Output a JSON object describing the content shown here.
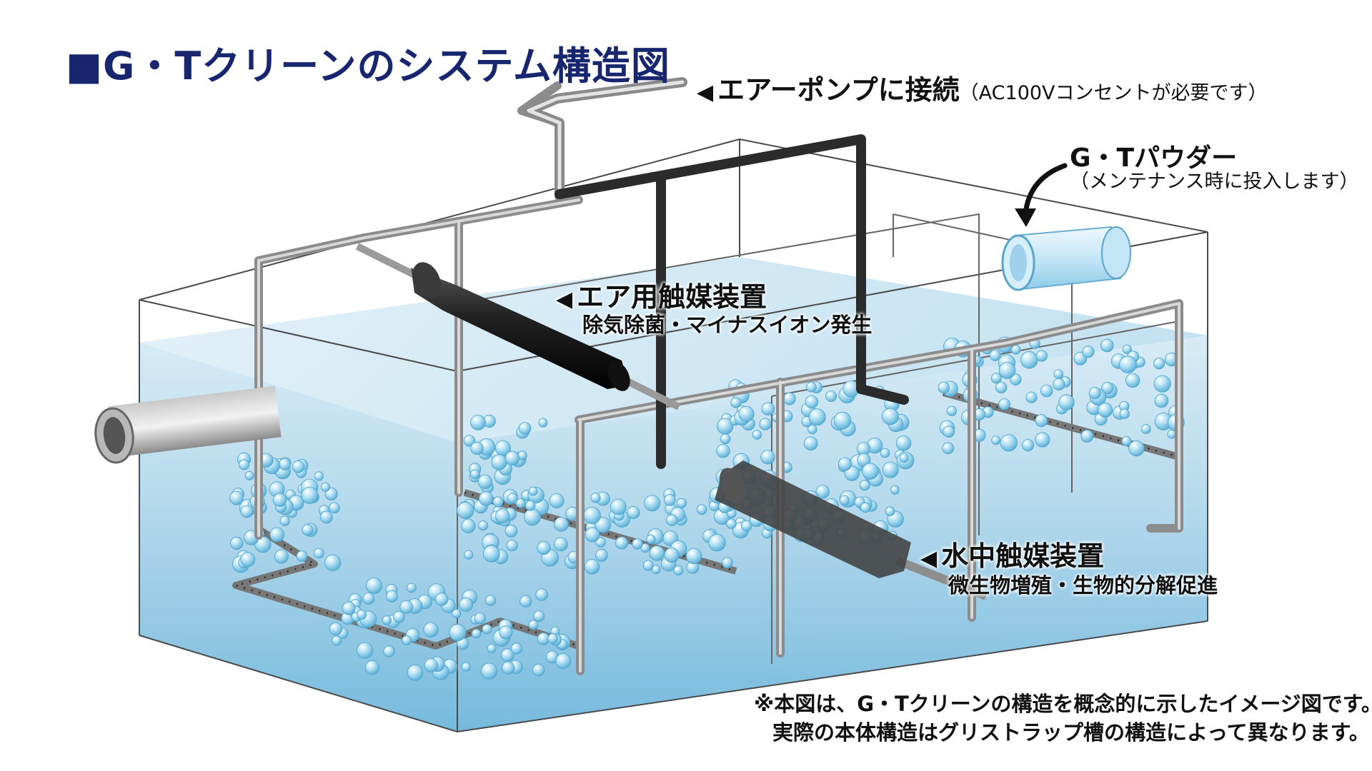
{
  "title": "■G・Tクリーンのシステム構造図",
  "labels": {
    "pump_mark": "◀",
    "pump_main": "エアーポンプに接続",
    "pump_sub": "（AC100Vコンセントが必要です）",
    "gt_main": "G・Tパウダー",
    "gt_sub": "（メンテナンス時に投入します）",
    "air_mark": "◀",
    "air_main": "エア用触媒装置",
    "air_sub": "除気除菌・マイナスイオン発生",
    "water_mark": "◀",
    "water_main": "水中触媒装置",
    "water_sub": "微生物増殖・生物的分解促進"
  },
  "notes": {
    "line1": "※本図は、G・Tクリーンの構造を概念的に示したイメージ図です。",
    "line2": "実際の本体構造はグリストラップ槽の構造によって異なります。"
  },
  "colors": {
    "title": "#17266f",
    "water_light": "#d7ebf5",
    "water_deep": "#7fbfe0",
    "pipe_gray": "#9a9a9a",
    "pipe_dark": "#2d2d2d",
    "bubble": "#8fd0ee",
    "tank_edge": "#4a4a4a"
  }
}
